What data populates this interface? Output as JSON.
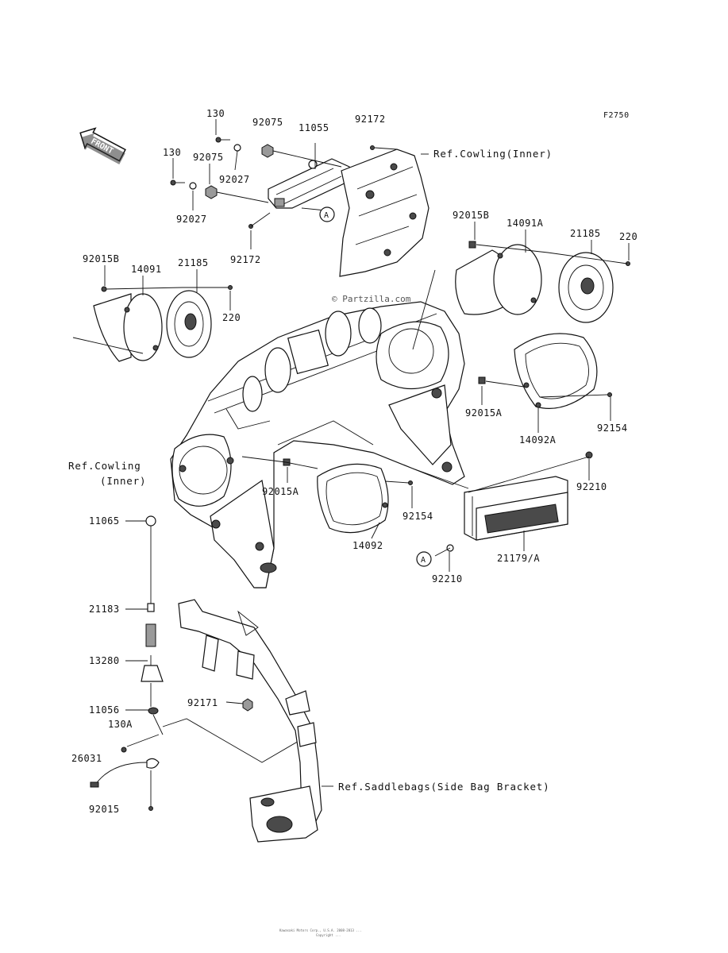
{
  "figure_code": "F2750",
  "front_marker": "FRONT",
  "watermark": "© Partzilla.com",
  "footer_line1": "Kawasaki Motors Corp., U.S.A. 2008-2013 ...",
  "footer_line2": "Copyright ...",
  "labels": {
    "p130_a": "130",
    "p130_b": "130",
    "p92075_a": "92075",
    "p92075_b": "92075",
    "p11055": "11055",
    "p92172_a": "92172",
    "p92172_b": "92172",
    "p92027_a": "92027",
    "p92027_b": "92027",
    "p92015B_a": "92015B",
    "p92015B_b": "92015B",
    "p14091": "14091",
    "p14091A": "14091A",
    "p21185_a": "21185",
    "p21185_b": "21185",
    "p220_a": "220",
    "p220_b": "220",
    "p92015A_a": "92015A",
    "p92015A_b": "92015A",
    "p14092A": "14092A",
    "p14092": "14092",
    "p92154_a": "92154",
    "p92154_b": "92154",
    "p92210_a": "92210",
    "p92210_b": "92210",
    "p21179A": "21179/A",
    "p11065": "11065",
    "p21183": "21183",
    "p13280": "13280",
    "p92171": "92171",
    "p11056": "11056",
    "p130A": "130A",
    "p26031": "26031",
    "p92015": "92015",
    "marker_a1": "A",
    "marker_a2": "A"
  },
  "refs": {
    "cowling_inner_top": "Ref.Cowling(Inner)",
    "cowling_inner_left_1": "Ref.Cowling",
    "cowling_inner_left_2": "(Inner)",
    "saddlebags": "Ref.Saddlebags(Side Bag Bracket)"
  }
}
